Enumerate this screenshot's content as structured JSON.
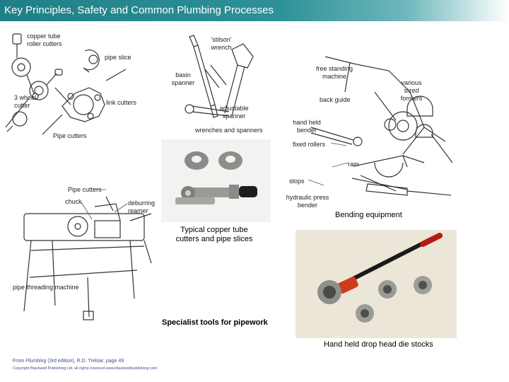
{
  "header": {
    "title": "Key Principles, Safety and Common Plumbing Processes",
    "colors": {
      "bar_start": "#1f7f86",
      "bar_end": "#ffffff",
      "title_text": "#ffffff"
    }
  },
  "labels": {
    "copper_tube_roller_cutters": "copper tube roller cutters",
    "pipe_slice": "pipe slice",
    "stilson_wrench": "'stilson' wrench",
    "basin_spanner": "basin spanner",
    "three_wheel_cutter": "3 wheel cutter",
    "link_cutters": "link cutters",
    "adjustable_spanner": "adjustable spanner",
    "wrenches_and_spanners": "wrenches and spanners",
    "pipe_cutters_top": "Pipe cutters",
    "free_standing_machine": "free standing machine",
    "back_guide": "back guide",
    "various_sized_formers": "various sized formers",
    "hand_held_bender": "hand held bender",
    "fixed_rollers": "fixed rollers",
    "ram": "ram",
    "stops": "stops",
    "hydraulic_press_bender": "hydraulic press bender",
    "pipe_cutters_mid": "Pipe cutters",
    "chuck": "chuck",
    "deburring_reamer": "deburring reamer",
    "pipe_threading_machine": "pipe threading machine"
  },
  "captions": {
    "bending_equipment": "Bending equipment",
    "typical_copper_tube_cutters": "Typical copper tube cutters and pipe slices",
    "specialist_tools": "Specialist tools for pipework",
    "hand_held_drop_head": "Hand held drop head die stocks"
  },
  "footer": {
    "source_prefix": "From ",
    "source_book": "Plumbing",
    "source_rest": " (3rd edition), R.D. Treloar, page 49",
    "copyright": "Copyright Blackwell Publishing Ltd, all rights reserved  www.blackwellpublishing.com"
  }
}
